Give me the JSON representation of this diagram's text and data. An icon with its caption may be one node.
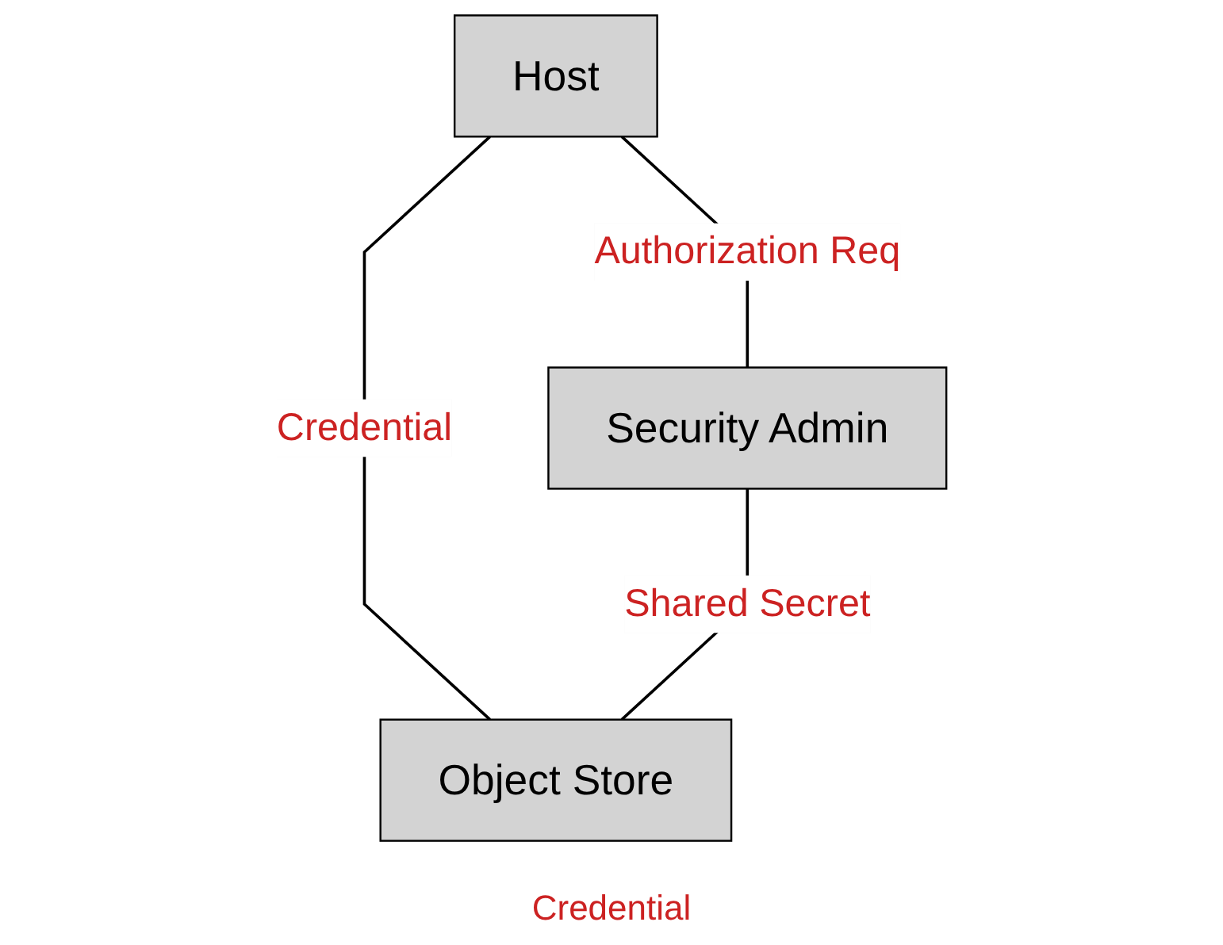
{
  "diagram": {
    "nodes": [
      {
        "text": [
          "Host"
        ]
      },
      {
        "text": [
          "Security Admin"
        ]
      },
      {
        "text": [
          "Object Store"
        ]
      }
    ],
    "edges": [
      {
        "from": 0,
        "to": 1,
        "arrow": "none",
        "label": "Authorization Req"
      },
      {
        "from": 0,
        "to": 2,
        "arrow": "none",
        "label": "Credential"
      },
      {
        "from": 1,
        "to": 2,
        "arrow": "none",
        "label": "Shared Secret"
      }
    ],
    "labels": [
      "Credential"
    ]
  }
}
